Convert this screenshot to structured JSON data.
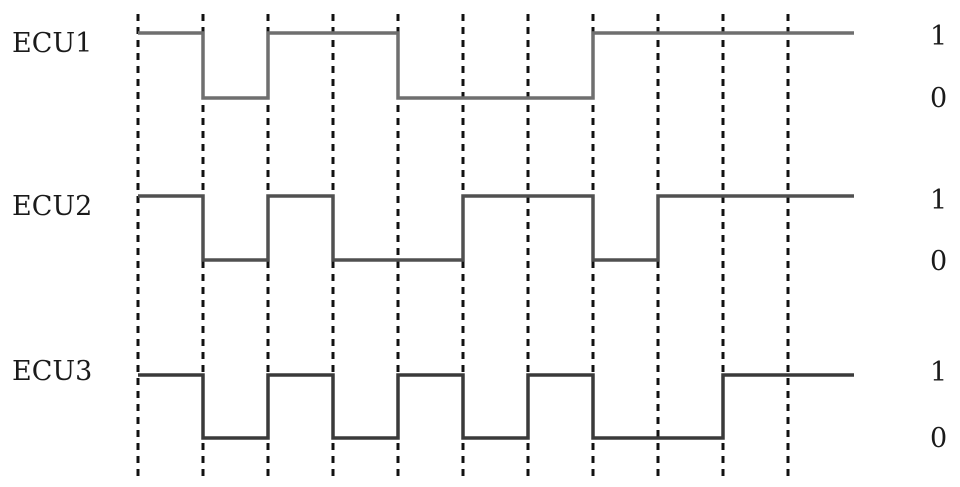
{
  "signals": [
    {
      "name": "ECU1",
      "high_label": "1",
      "low_label": "0",
      "levels": [
        1,
        0,
        1,
        1,
        0,
        0,
        0,
        1,
        1,
        1,
        1
      ]
    },
    {
      "name": "ECU2",
      "high_label": "1",
      "low_label": "0",
      "levels": [
        1,
        0,
        1,
        0,
        0,
        1,
        1,
        0,
        1,
        1,
        1
      ]
    },
    {
      "name": "ECU3",
      "high_label": "1",
      "low_label": "0",
      "levels": [
        1,
        0,
        1,
        0,
        1,
        0,
        1,
        0,
        0,
        1,
        1
      ]
    }
  ],
  "colors": {
    "grid": "#111111",
    "ecu1": "#6f6f6f",
    "ecu2": "#505050",
    "ecu3": "#3a3a3a"
  }
}
